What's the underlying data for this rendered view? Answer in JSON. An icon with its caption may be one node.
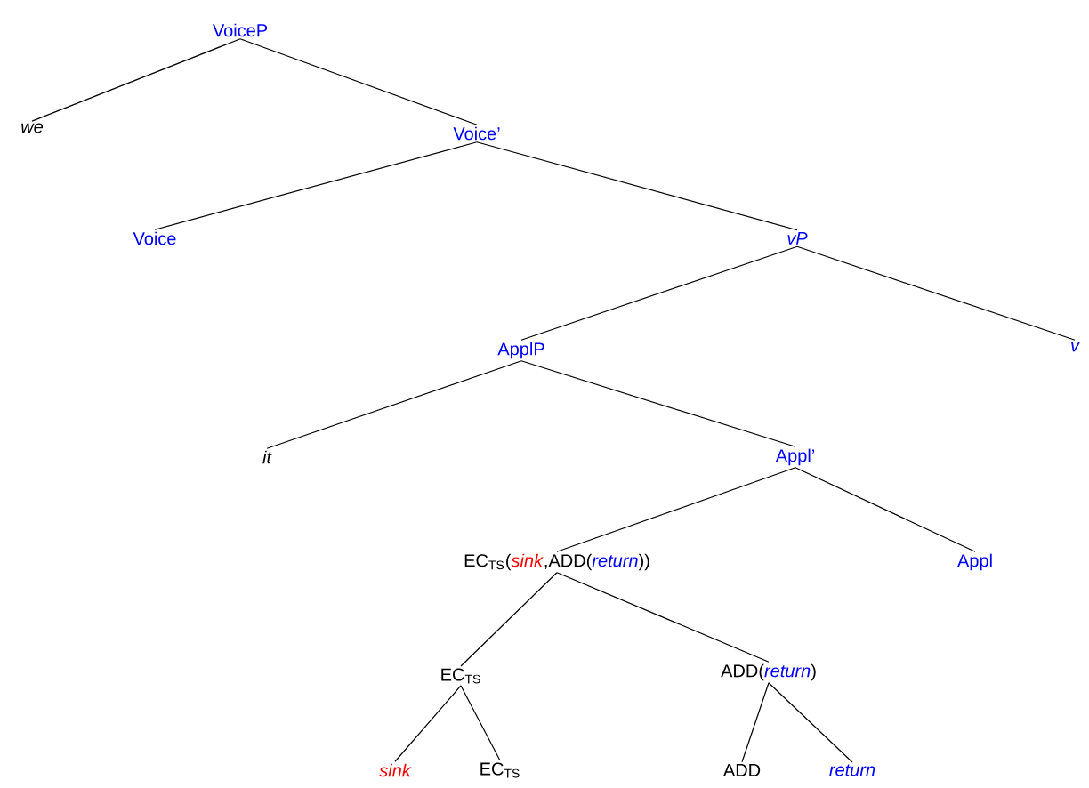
{
  "diagram": {
    "nodes": [
      {
        "text": [
          "VoiceP"
        ]
      },
      {
        "text": [
          "we"
        ]
      },
      {
        "text": [
          "Voice’"
        ]
      },
      {
        "text": [
          "Voice"
        ]
      },
      {
        "text": [
          "vP"
        ]
      },
      {
        "text": [
          "ApplP"
        ]
      },
      {
        "text": [
          "v"
        ]
      },
      {
        "text": [
          "it"
        ]
      },
      {
        "text": [
          "Appl’"
        ]
      },
      {
        "text": [
          "EC$_{TS}$(*sink*,ADD(*return*))"
        ]
      },
      {
        "text": [
          "Appl"
        ]
      },
      {
        "text": [
          "EC$_{TS}$"
        ]
      },
      {
        "text": [
          "ADD(*return*)"
        ]
      },
      {
        "text": [
          "sink"
        ]
      },
      {
        "text": [
          "EC$_{TS}$"
        ]
      },
      {
        "text": [
          "ADD"
        ]
      },
      {
        "text": [
          "return"
        ]
      }
    ],
    "edges": [
      {
        "from": 0,
        "to": 1,
        "arrow": "none"
      },
      {
        "from": 0,
        "to": 2,
        "arrow": "none"
      },
      {
        "from": 2,
        "to": 3,
        "arrow": "none"
      },
      {
        "from": 2,
        "to": 4,
        "arrow": "none"
      },
      {
        "from": 4,
        "to": 5,
        "arrow": "none"
      },
      {
        "from": 4,
        "to": 6,
        "arrow": "none"
      },
      {
        "from": 5,
        "to": 7,
        "arrow": "none"
      },
      {
        "from": 5,
        "to": 8,
        "arrow": "none"
      },
      {
        "from": 8,
        "to": 9,
        "arrow": "none"
      },
      {
        "from": 8,
        "to": 10,
        "arrow": "none"
      },
      {
        "from": 9,
        "to": 11,
        "arrow": "none"
      },
      {
        "from": 9,
        "to": 12,
        "arrow": "none"
      },
      {
        "from": 11,
        "to": 13,
        "arrow": "none"
      },
      {
        "from": 11,
        "to": 14,
        "arrow": "none"
      },
      {
        "from": 12,
        "to": 15,
        "arrow": "none"
      },
      {
        "from": 12,
        "to": 16,
        "arrow": "none"
      }
    ]
  }
}
